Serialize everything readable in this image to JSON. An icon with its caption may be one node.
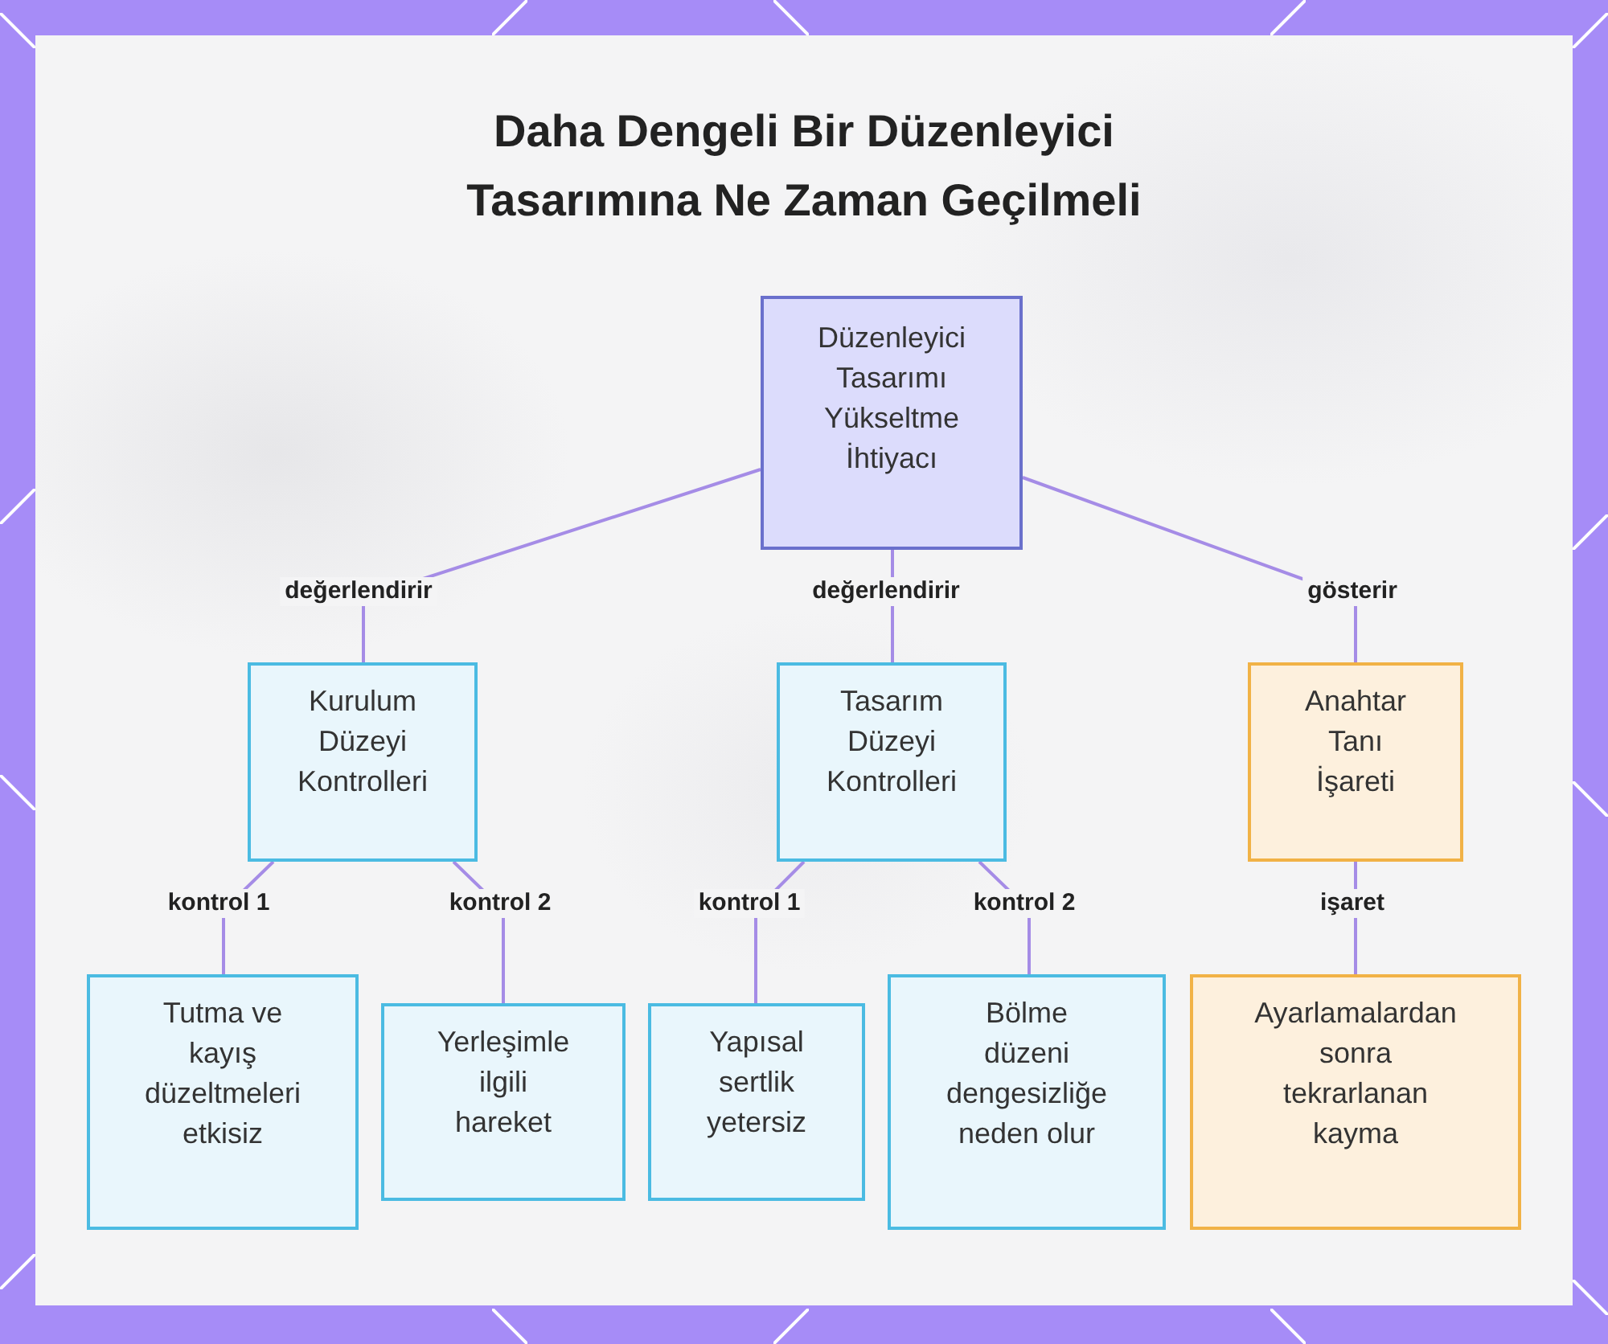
{
  "diagram": {
    "title": "Daha Dengeli Bir Düzenleyici Tasarımına Ne Zaman Geçilmeli",
    "nodes": [
      {
        "text": [
          "Düzenleyici Tasarımı Yükseltme İhtiyacı"
        ]
      },
      {
        "text": [
          "Kurulum Düzeyi Kontrolleri"
        ]
      },
      {
        "text": [
          "Tasarım Düzeyi Kontrolleri"
        ]
      },
      {
        "text": [
          "Anahtar Tanı İşareti"
        ]
      },
      {
        "text": [
          "Tutma ve kayış düzeltmeleri etkisiz"
        ]
      },
      {
        "text": [
          "Yerleşimle ilgili hareket"
        ]
      },
      {
        "text": [
          "Yapısal sertlik yetersiz"
        ]
      },
      {
        "text": [
          "Bölme düzeni dengesizliğe neden olur"
        ]
      },
      {
        "text": [
          "Ayarlamalardan sonra tekrarlanan kayma"
        ]
      }
    ],
    "edges": [
      {
        "from": 0,
        "to": 1,
        "arrow": "none",
        "label": "değerlendirir"
      },
      {
        "from": 0,
        "to": 2,
        "arrow": "none",
        "label": "değerlendirir"
      },
      {
        "from": 0,
        "to": 3,
        "arrow": "none",
        "label": "gösterir"
      },
      {
        "from": 1,
        "to": 4,
        "arrow": "none",
        "label": "kontrol 1"
      },
      {
        "from": 1,
        "to": 5,
        "arrow": "none",
        "label": "kontrol 2"
      },
      {
        "from": 2,
        "to": 6,
        "arrow": "none",
        "label": "kontrol 1"
      },
      {
        "from": 2,
        "to": 7,
        "arrow": "none",
        "label": "kontrol 2"
      },
      {
        "from": 3,
        "to": 8,
        "arrow": "none",
        "label": "işaret"
      }
    ]
  }
}
